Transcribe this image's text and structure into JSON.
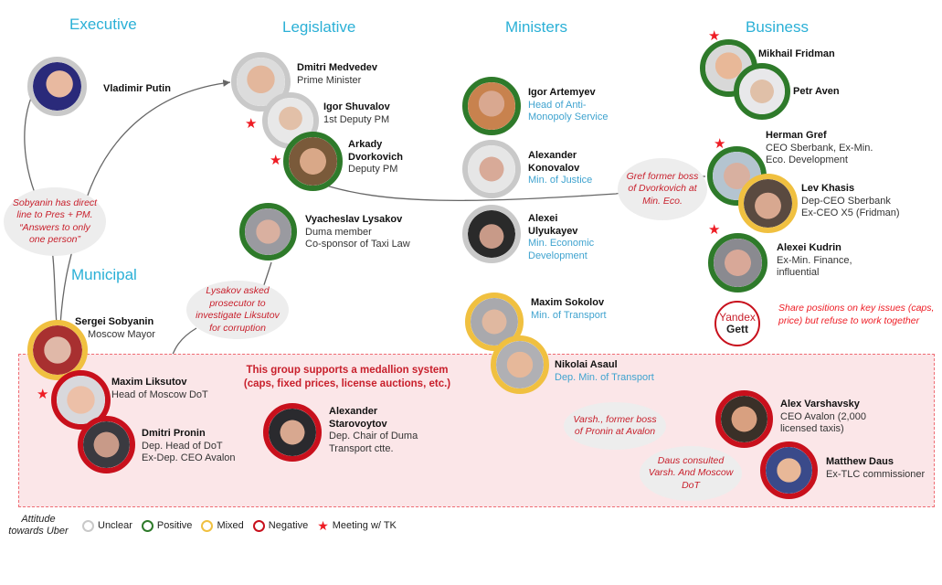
{
  "sections": {
    "executive": "Executive",
    "legislative": "Legislative",
    "ministers": "Ministers",
    "business": "Business",
    "municipal": "Municipal"
  },
  "colors": {
    "section_title": "#2bb0d6",
    "unclear": "#c9c9c9",
    "positive": "#2e7a2a",
    "mixed": "#f0c040",
    "negative": "#c8101c",
    "star": "#ee1c24",
    "note_text": "#c8202c",
    "group_fill": "#fbe6e8",
    "group_border": "#ef6d74"
  },
  "people": {
    "putin": {
      "name": "Vladimir Putin",
      "roles": [],
      "attitude": "unclear",
      "meeting": false
    },
    "medvedev": {
      "name": "Dmitri Medvedev",
      "roles": [
        "Prime Minister"
      ],
      "attitude": "unclear",
      "meeting": false
    },
    "shuvalov": {
      "name": "Igor Shuvalov",
      "roles": [
        "1st Deputy PM"
      ],
      "attitude": "unclear",
      "meeting": true
    },
    "dvorkovich": {
      "name": "Arkady Dvorkovich",
      "name_line1": "Arkady",
      "name_line2": "Dvorkovich",
      "roles": [
        "Deputy PM"
      ],
      "attitude": "positive",
      "meeting": true
    },
    "lysakov": {
      "name": "Vyacheslav Lysakov",
      "roles": [
        "Duma member",
        "Co-sponsor of Taxi Law"
      ],
      "attitude": "positive",
      "meeting": false
    },
    "artemyev": {
      "name": "Igor Artemyev",
      "roles": [
        "Head of Anti-",
        "Monopoly Service"
      ],
      "attitude": "positive",
      "meeting": false
    },
    "konovalov": {
      "name": "Alexander Konovalov",
      "name_line1": "Alexander",
      "name_line2": "Konovalov",
      "roles": [
        "Min. of Justice"
      ],
      "attitude": "unclear",
      "meeting": false
    },
    "ulyukayev": {
      "name": "Alexei Ulyukayev",
      "name_line1": "Alexei",
      "name_line2": "Ulyukayev",
      "roles": [
        "Min. Economic",
        "Development"
      ],
      "attitude": "unclear",
      "meeting": false
    },
    "sokolov": {
      "name": "Maxim Sokolov",
      "roles": [
        "Min. of Transport"
      ],
      "attitude": "mixed",
      "meeting": false
    },
    "asaul": {
      "name": "Nikolai Asaul",
      "roles": [
        "Dep. Min. of Transport"
      ],
      "attitude": "mixed",
      "meeting": false
    },
    "fridman": {
      "name": "Mikhail Fridman",
      "roles": [],
      "attitude": "positive",
      "meeting": true
    },
    "aven": {
      "name": "Petr Aven",
      "roles": [],
      "attitude": "positive",
      "meeting": false
    },
    "gref": {
      "name": "Herman Gref",
      "roles": [
        "CEO Sberbank, Ex-Min.",
        "Eco. Development"
      ],
      "attitude": "positive",
      "meeting": true
    },
    "khasis": {
      "name": "Lev Khasis",
      "roles": [
        "Dep-CEO Sberbank",
        "Ex-CEO X5 (Fridman)"
      ],
      "attitude": "mixed",
      "meeting": false
    },
    "kudrin": {
      "name": "Alexei Kudrin",
      "roles": [
        "Ex-Min. Finance,",
        "influential"
      ],
      "attitude": "positive",
      "meeting": true
    },
    "sobyanin": {
      "name": "Sergei Sobyanin",
      "roles": [
        "Moscow Mayor"
      ],
      "attitude": "mixed",
      "meeting": false
    },
    "liksutov": {
      "name": "Maxim Liksutov",
      "roles": [
        "Head of Moscow DoT"
      ],
      "attitude": "negative",
      "meeting": true
    },
    "pronin": {
      "name": "Dmitri Pronin",
      "roles": [
        "Dep. Head of DoT",
        "Ex-Dep. CEO Avalon"
      ],
      "attitude": "negative",
      "meeting": false
    },
    "starovoytov": {
      "name": "Alexander Starovoytov",
      "name_line1": "Alexander",
      "name_line2": "Starovoytov",
      "roles": [
        "Dep. Chair of Duma",
        "Transport ctte."
      ],
      "attitude": "negative",
      "meeting": false
    },
    "varshavsky": {
      "name": "Alex Varshavsky",
      "roles": [
        "CEO Avalon (2,000",
        "licensed taxis)"
      ],
      "attitude": "negative",
      "meeting": false
    },
    "daus": {
      "name": "Matthew Daus",
      "roles": [
        "Ex-TLC commissioner"
      ],
      "attitude": "negative",
      "meeting": false
    }
  },
  "companies": {
    "yandex_gett": {
      "line1": "Yandex",
      "line2": "Gett",
      "attitude": "negative"
    }
  },
  "notes": {
    "sobyanin_line": "Sobyanin has direct line to Pres + PM. “Answers to only one person”",
    "lysakov_prosecutor": "Lysakov asked prosecutor to investigate Liksutov for corruption",
    "gref_boss": "Gref former boss of Dvorkovich at Min. Eco.",
    "varsh_boss": "Varsh., former boss of Pronin at Avalon",
    "daus_consulted": "Daus consulted Varsh. And Moscow DoT",
    "share_positions": "Share positions on key issues (caps, price) but refuse to work together",
    "group_support_line1": "This group supports a medallion system",
    "group_support_line2": "(caps, fixed prices, license auctions, etc.)"
  },
  "legend": {
    "title_line1": "Attitude",
    "title_line2": "towards Uber",
    "items": [
      {
        "label": "Unclear",
        "color": "#c9c9c9",
        "type": "ring"
      },
      {
        "label": "Positive",
        "color": "#2e7a2a",
        "type": "ring"
      },
      {
        "label": "Mixed",
        "color": "#f0c040",
        "type": "ring"
      },
      {
        "label": "Negative",
        "color": "#c8101c",
        "type": "ring"
      },
      {
        "label": "Meeting w/ TK",
        "color": "#ee1c24",
        "type": "star"
      }
    ],
    "star_glyph": "★"
  }
}
